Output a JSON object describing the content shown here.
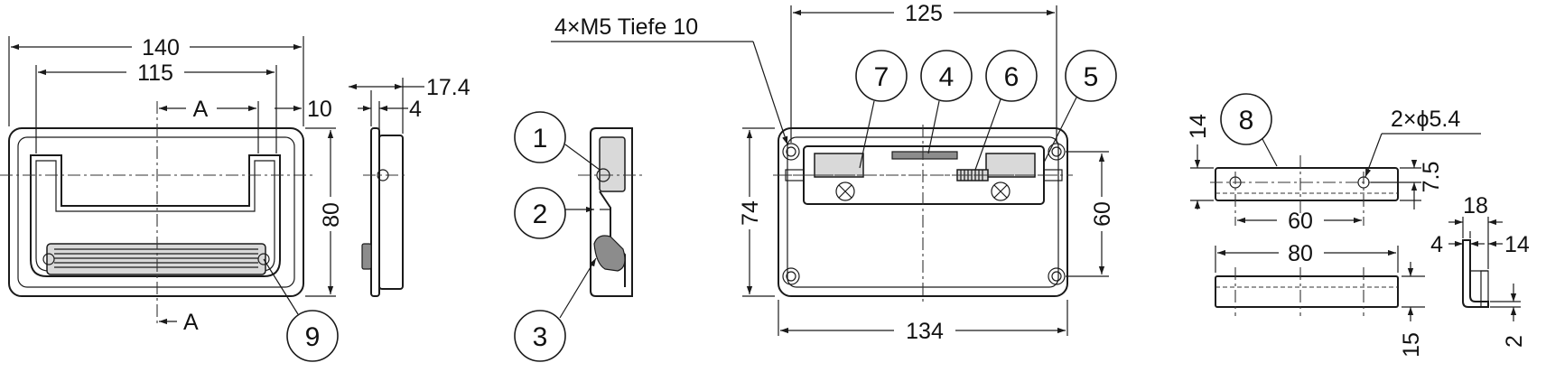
{
  "dimensions": {
    "front_width_outer": "140",
    "front_width_inner": "115",
    "section_marker_top": "A",
    "section_marker_bottom": "A",
    "front_offset": "10",
    "front_height": "80",
    "side_depth": "17.4",
    "side_thickness": "4",
    "thread_spec": "4×M5 Tiefe 10",
    "back_hole_pitch": "125",
    "back_height": "74",
    "back_hole_vertical_pitch": "60",
    "back_width": "134",
    "bracket_holes": "2×ϕ5.4",
    "bracket_height": "14",
    "bracket_hole_offset": "7.5",
    "bracket_hole_pitch": "60",
    "bracket_length": "80",
    "bracket_flange_width": "18",
    "bracket_flange_left": "4",
    "bracket_flange_right": "14",
    "bracket_thickness": "2",
    "bracket_flange_height": "15"
  },
  "callouts": {
    "c1": "1",
    "c2": "2",
    "c3": "3",
    "c4": "4",
    "c5": "5",
    "c6": "6",
    "c7": "7",
    "c8": "8",
    "c9": "9"
  }
}
